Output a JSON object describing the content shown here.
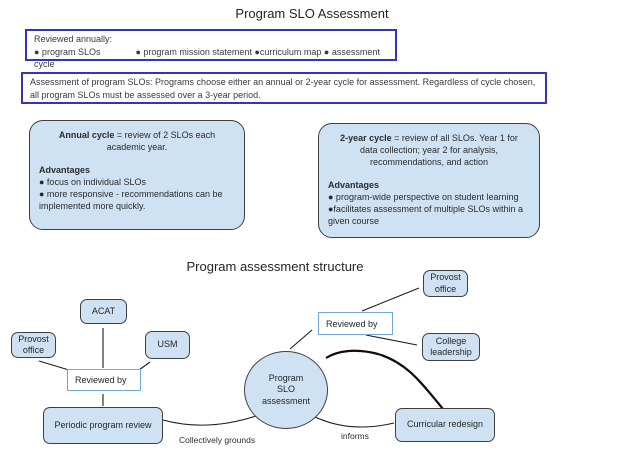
{
  "page": {
    "title": "Program SLO Assessment",
    "diagram_title": "Program assessment structure"
  },
  "review_box": {
    "heading": "Reviewed annually:",
    "items_line": "● program SLOs              ● program mission statement ●curriculum map ● assessment cycle"
  },
  "assessment_box": {
    "text": "Assessment of program SLOs: Programs choose either an annual or 2-year cycle for assessment. Regardless of cycle chosen, all program SLOs must be assessed over a 3-year period."
  },
  "annual_cycle_card": {
    "heading": "Annual cycle",
    "heading_rest": " = review of 2 SLOs each academic year.",
    "advantages_label": "Advantages",
    "bullets": [
      "● focus on individual SLOs",
      "● more responsive - recommendations can be implemented more quickly."
    ]
  },
  "two_year_cycle_card": {
    "heading": "2-year cycle",
    "heading_rest": " = review of all SLOs. Year 1 for data collection; year 2 for analysis, recommendations, and action",
    "advantages_label": "Advantages",
    "bullets": [
      "● program-wide perspective on student learning",
      "●facilitates assessment of multiple SLOs within a given course"
    ]
  },
  "structure": {
    "nodes": {
      "acat": "ACAT",
      "provost_left": "Provost office",
      "usm": "USM",
      "reviewed_by_left": "Reviewed by",
      "periodic_program_review": "Periodic program review",
      "program_slo_assessment": "Program SLO assessment",
      "reviewed_by_right": "Reviewed by",
      "provost_right": "Provost office",
      "college_leadership": "College leadership",
      "curricular_redesign": "Curricular redesign"
    },
    "edge_labels": {
      "collectively_grounds": "Collectively grounds",
      "informs": "informs"
    }
  },
  "colors": {
    "node_fill": "#cfe2f3",
    "node_border": "#404040",
    "callout_border": "#3333bb",
    "reviewed_by_border": "#6fa8dc",
    "arrow": "#1c1c1c"
  }
}
